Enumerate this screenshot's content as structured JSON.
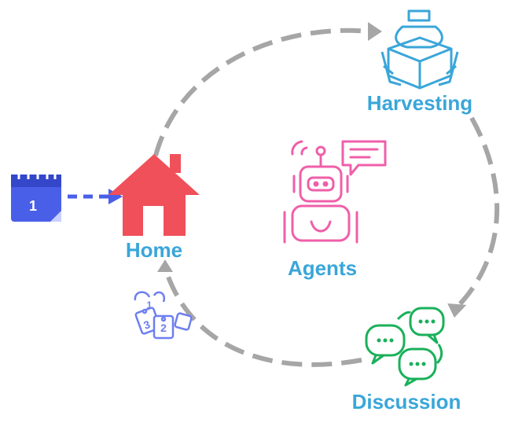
{
  "labels": {
    "harvesting": "Harvesting",
    "agents": "Agents",
    "home": "Home",
    "discussion": "Discussion",
    "calendar_day": "1",
    "tag_one": "1",
    "tag_two": "2",
    "tag_three": "3"
  },
  "colors": {
    "arrow": "#a6a6a6",
    "harvesting": "#3aa6d9",
    "home_label": "#3aa6d9",
    "home_icon": "#f0505a",
    "calendar": "#4a5fe8",
    "agents": "#ef5fa9",
    "discussion": "#1ab05a",
    "tags": "#6d7ff0"
  }
}
